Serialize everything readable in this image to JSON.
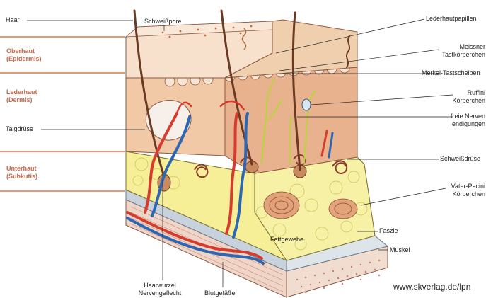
{
  "layers": {
    "epidermis": [
      "Oberhaut",
      "(Epidermis)"
    ],
    "dermis": [
      "Lederhaut",
      "(Dermis)"
    ],
    "subcutis": [
      "Unterhaut",
      "(Subkutis)"
    ]
  },
  "labels": {
    "haar": "Haar",
    "schweisspore": "Schweißpore",
    "talgdruese": "Talgdrüse",
    "lederhautpapillen": "Lederhautpapillen",
    "meissner": [
      "Meissner",
      "Tastkörperchen"
    ],
    "merkel": "Merkel-Tastscheiben",
    "ruffini": [
      "Ruffini",
      "Körperchen"
    ],
    "nerven": [
      "freie Nerven",
      "endigungen"
    ],
    "schweissdruese": "Schweißdrüse",
    "vater_pacini": [
      "Vater-Pacini",
      "Körperchen"
    ],
    "faszie": "Faszie",
    "muskel": "Muskel",
    "fettgewebe": "Fettgewebe",
    "haarwurzel": [
      "Haarwurzel",
      "Nervengeflecht"
    ],
    "blutgefaesse": "Blutgefäße"
  },
  "credit": "www.skverlag.de/lpn",
  "colors": {
    "layer_label": "#c8694a",
    "epidermis": "#f4dcc6",
    "dermis": "#e9b28e",
    "fat": "#f6ef98",
    "fascia": "#c8d2dc",
    "muscle": "#eed5c7",
    "artery": "#d63b2e",
    "vein": "#2d67b3",
    "nerve": "#b9d53c"
  }
}
